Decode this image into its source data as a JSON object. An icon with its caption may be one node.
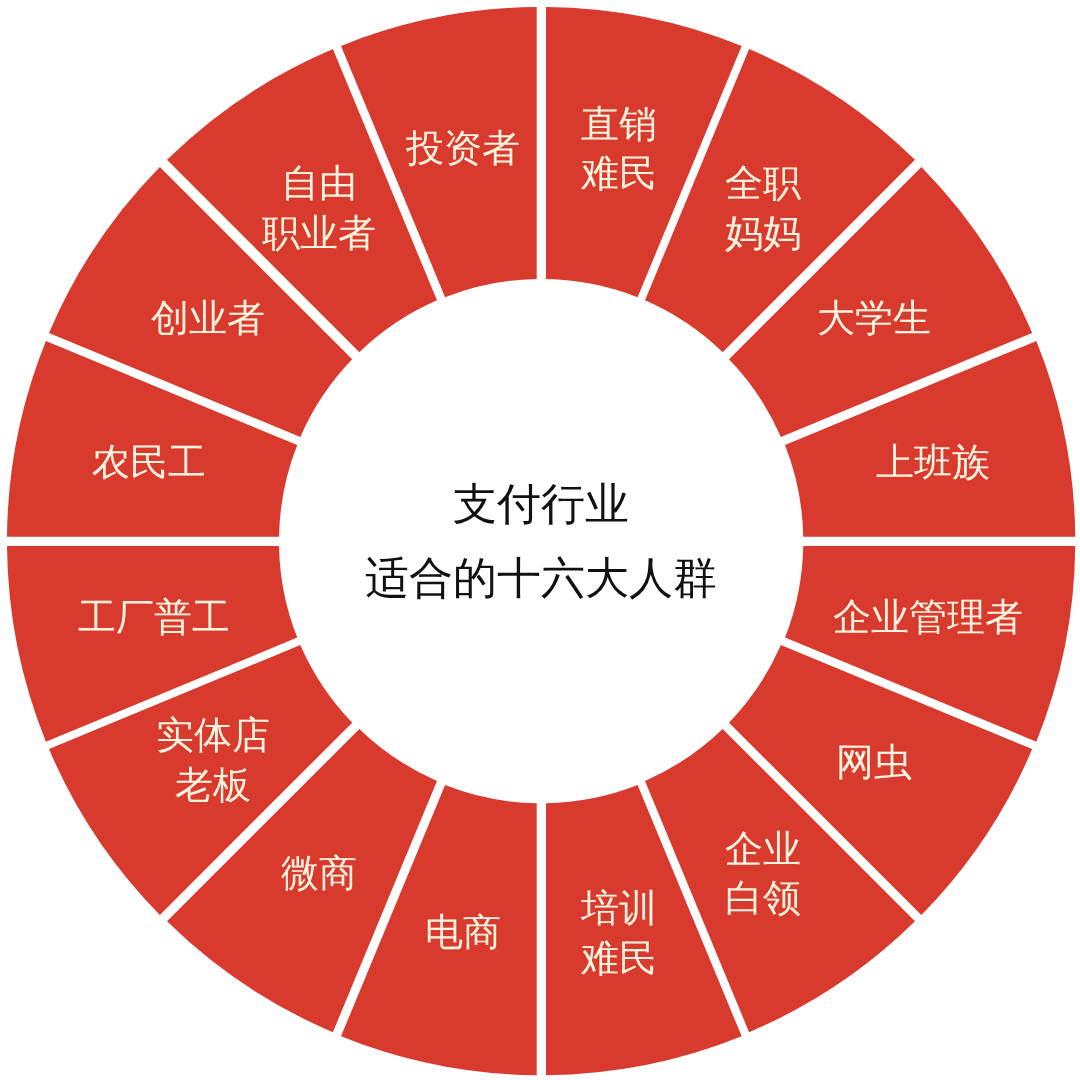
{
  "diagram": {
    "nodes": [
      {
        "text": [
          "支付行业",
          "适合的十六大人群"
        ]
      },
      {
        "text": [
          "直销难民"
        ]
      },
      {
        "text": [
          "全职妈妈"
        ]
      },
      {
        "text": [
          "大学生"
        ]
      },
      {
        "text": [
          "上班族"
        ]
      },
      {
        "text": [
          "企业管理者"
        ]
      },
      {
        "text": [
          "网虫"
        ]
      },
      {
        "text": [
          "企业白领"
        ]
      },
      {
        "text": [
          "培训难民"
        ]
      },
      {
        "text": [
          "电商"
        ]
      },
      {
        "text": [
          "微商"
        ]
      },
      {
        "text": [
          "实体店老板"
        ]
      },
      {
        "text": [
          "工厂普工"
        ]
      },
      {
        "text": [
          "农民工"
        ]
      },
      {
        "text": [
          "创业者"
        ]
      },
      {
        "text": [
          "自由职业者"
        ]
      },
      {
        "text": [
          "投资者"
        ]
      }
    ]
  }
}
